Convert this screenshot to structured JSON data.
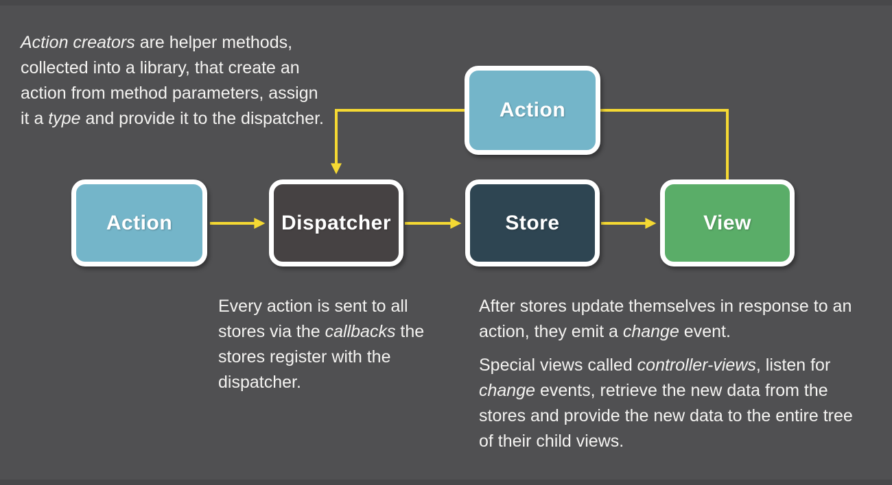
{
  "colors": {
    "background": "#505052",
    "edge_shade": "#48484a",
    "arrow": "#f5d933",
    "node_border": "#ffffff",
    "note_text": "#f4f3f1",
    "action_fill": "#74b5c9",
    "dispatcher_fill": "#464243",
    "store_fill": "#2e4552",
    "view_fill": "#5aad68"
  },
  "nodes": {
    "action_top": {
      "label": "Action"
    },
    "action_left": {
      "label": "Action"
    },
    "dispatcher": {
      "label": "Dispatcher"
    },
    "store": {
      "label": "Store"
    },
    "view": {
      "label": "View"
    }
  },
  "notes": {
    "action_creators": {
      "i1": "Action creators",
      "t1": " are helper methods, collected into a library, that create an action from method parameters, assign it a ",
      "i2": "type",
      "t2": " and provide it to the dispatcher."
    },
    "dispatcher_note": {
      "t1": "Every action is sent to all stores via the ",
      "i1": "callbacks",
      "t2": " the stores register with the dispatcher."
    },
    "store_note_p1": {
      "t1": "After stores update themselves in response to an action, they emit a ",
      "i1": "change",
      "t2": " event."
    },
    "store_note_p2": {
      "t1": "Special views called ",
      "i1": "controller-views",
      "t2": ", listen for ",
      "i2": "change",
      "t3": " events, retrieve the new data from the stores and provide the new data to the entire tree of their child views."
    }
  }
}
